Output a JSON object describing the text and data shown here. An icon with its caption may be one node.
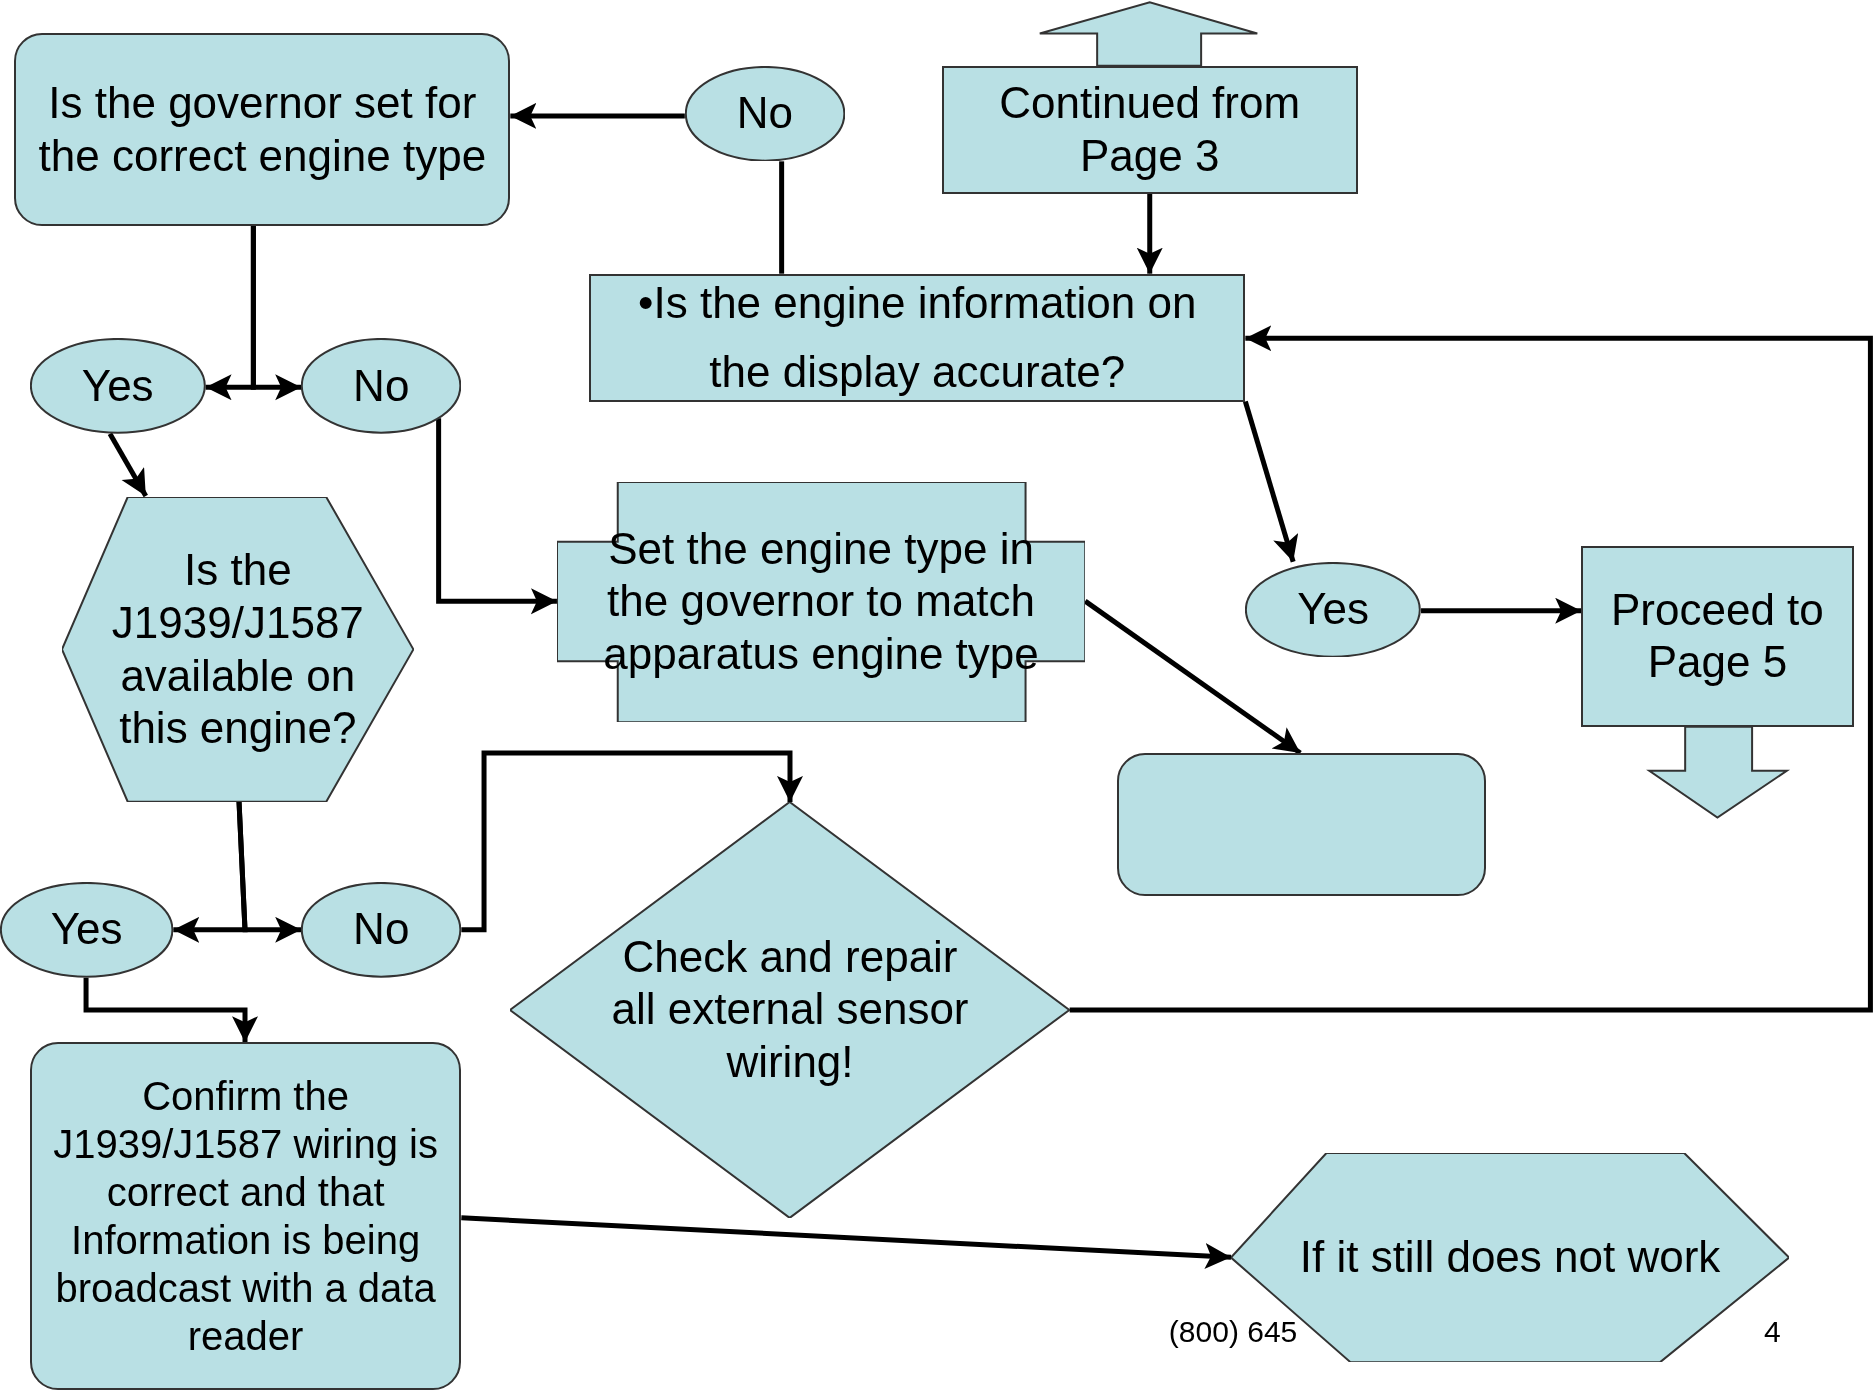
{
  "diagram": {
    "nodes": [
      {
        "text": [
          "Is the governor set for the correct engine type"
        ]
      },
      {
        "text": [
          "No"
        ]
      },
      {
        "text": [
          "Continued from Page 3"
        ]
      },
      {
        "text": [
          "•Is the engine information on the display accurate?"
        ]
      },
      {
        "text": [
          "Yes"
        ]
      },
      {
        "text": [
          "No"
        ]
      },
      {
        "text": [
          "Is the J1939/J1587 available on this engine?"
        ]
      },
      {
        "text": [
          "Set the engine type in the governor to match apparatus engine type"
        ]
      },
      {
        "text": [
          "Yes"
        ]
      },
      {
        "text": [
          "Proceed to Page 5"
        ]
      },
      {
        "text": [],
        "shape": "box"
      },
      {
        "text": [
          "Yes"
        ]
      },
      {
        "text": [
          "No"
        ]
      },
      {
        "text": [
          "Check and repair all external sensor wiring!"
        ]
      },
      {
        "text": [
          "Confirm the J1939/J1587 wiring is correct and that Information is being broadcast with a data reader"
        ]
      },
      {
        "text": [
          "If it still does not work"
        ]
      }
    ],
    "edges": [
      {
        "from": 1,
        "to": 0,
        "arrow": "to"
      },
      {
        "from": 3,
        "to": 1,
        "arrow": "none"
      },
      {
        "from": 2,
        "to": 3,
        "arrow": "to"
      },
      {
        "from": 0,
        "to": 4,
        "arrow": "to"
      },
      {
        "from": 0,
        "to": 5,
        "arrow": "to"
      },
      {
        "from": 4,
        "to": 6,
        "arrow": "to"
      },
      {
        "from": 5,
        "to": 7,
        "arrow": "to"
      },
      {
        "from": 3,
        "to": 8,
        "arrow": "to"
      },
      {
        "from": 8,
        "to": 9,
        "arrow": "to"
      },
      {
        "from": 7,
        "to": 10,
        "arrow": "to"
      },
      {
        "from": 6,
        "to": 11,
        "arrow": "to"
      },
      {
        "from": 6,
        "to": 12,
        "arrow": "to"
      },
      {
        "from": 12,
        "to": 13,
        "arrow": "to"
      },
      {
        "from": 11,
        "to": 14,
        "arrow": "to"
      },
      {
        "from": 13,
        "to": 3,
        "arrow": "to"
      },
      {
        "from": 14,
        "to": 15,
        "arrow": "to"
      }
    ],
    "labels": [
      "(800) 645",
      "4"
    ]
  }
}
